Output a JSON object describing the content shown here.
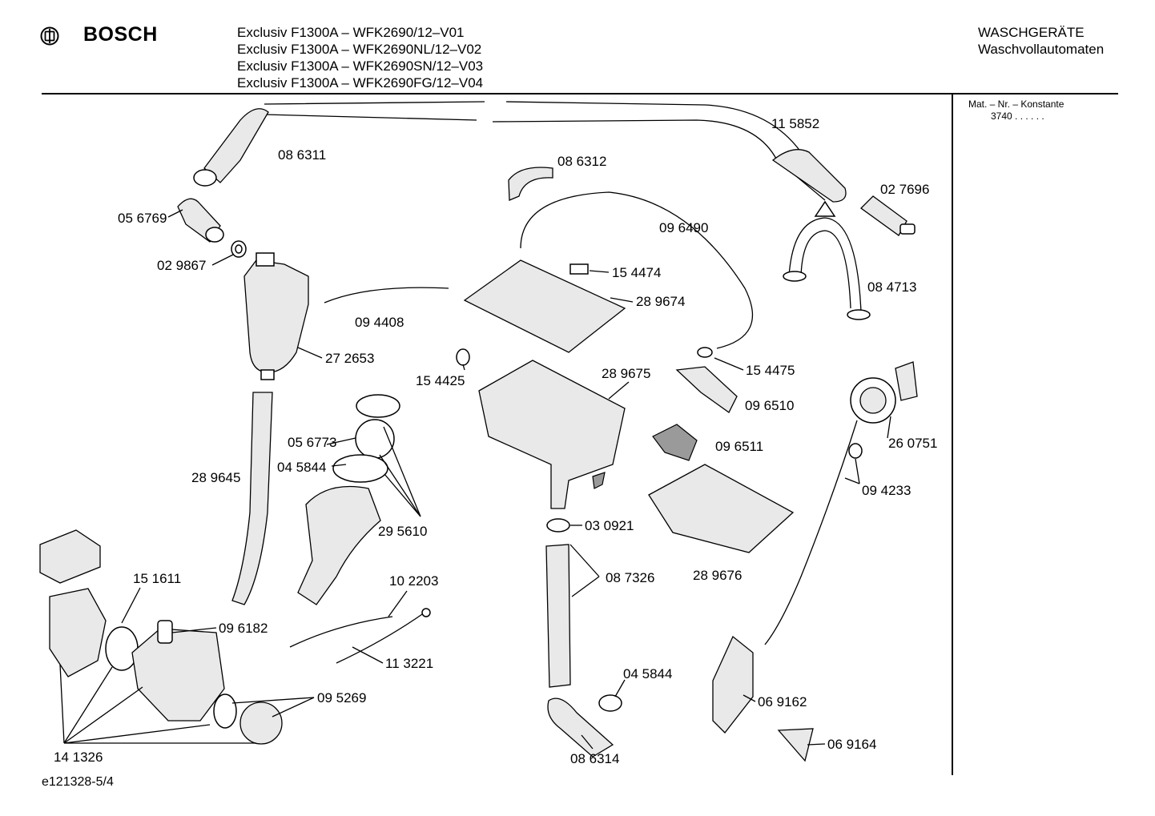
{
  "header": {
    "brand": "BOSCH",
    "models": [
      "Exclusiv F1300A – WFK2690/12–V01",
      "Exclusiv F1300A – WFK2690NL/12–V02",
      "Exclusiv F1300A – WFK2690SN/12–V03",
      "Exclusiv F1300A – WFK2690FG/12–V04"
    ],
    "category": "WASCHGERÄTE",
    "subcategory": "Waschvollautomaten"
  },
  "side_panel": {
    "label": "Mat. – Nr. – Konstante",
    "value": "3740 . . . . . ."
  },
  "footer": {
    "code": "e121328-5/4"
  },
  "part_labels": [
    "11 5852",
    "08 6311",
    "08 6312",
    "02 7696",
    "05 6769",
    "09 6490",
    "02 9867",
    "15 4474",
    "28 9674",
    "08 4713",
    "09 4408",
    "27 2653",
    "15 4425",
    "28 9675",
    "15 4475",
    "09 6510",
    "26 0751",
    "05 6773",
    "04 5844",
    "09 6511",
    "28 9645",
    "09 4233",
    "29 5610",
    "03 0921",
    "10 2203",
    "08 7326",
    "15 1611",
    "28 9676",
    "09 6182",
    "11 3221",
    "04 5844",
    "09 5269",
    "06 9162",
    "14 1326",
    "06 9164",
    "08 6314"
  ]
}
